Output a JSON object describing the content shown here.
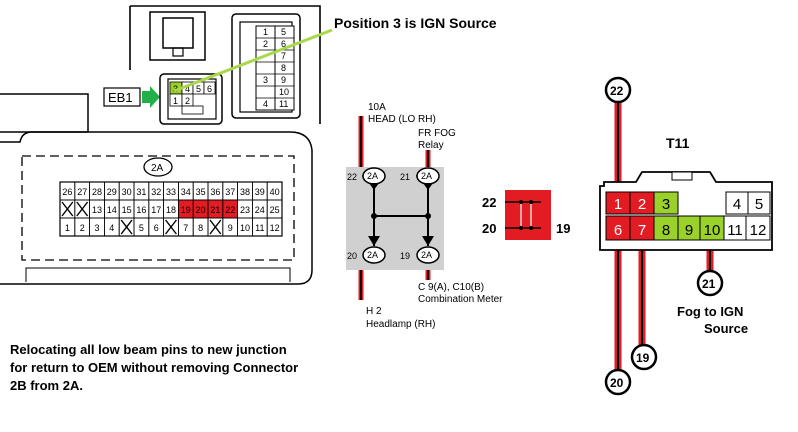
{
  "annotation": {
    "text": "Position 3 is IGN Source"
  },
  "eb1": {
    "label": "EB1",
    "pins": [
      "3",
      "4",
      "5",
      "6",
      "1",
      "2"
    ]
  },
  "top_connector": {
    "pins": [
      "1",
      "5",
      "2",
      "6",
      "7",
      "8",
      "3",
      "9",
      "",
      "10",
      "4",
      "11"
    ]
  },
  "connector_2a": {
    "label": "2A",
    "row1": [
      "26",
      "27",
      "28",
      "29",
      "30",
      "31",
      "32",
      "33",
      "34",
      "35",
      "36",
      "37",
      "38",
      "39",
      "40"
    ],
    "row2": [
      "",
      "",
      "13",
      "14",
      "15",
      "16",
      "17",
      "18",
      "19",
      "20",
      "21",
      "22",
      "23",
      "24",
      "25"
    ],
    "row3": [
      "1",
      "2",
      "3",
      "4",
      "",
      "5",
      "6",
      "",
      "7",
      "8",
      "",
      "9",
      "10",
      "11",
      "12"
    ]
  },
  "relay": {
    "top_label_1": "10A",
    "top_label_2": "HEAD (LO RH)",
    "top_right_1": "FR FOG",
    "top_right_2": "Relay",
    "pin_tl": "22",
    "pin_tr": "21",
    "pin_bl": "20",
    "pin_br": "19",
    "badge": "2A",
    "bottom_left_1": "H 2",
    "bottom_left_2": "Headlamp (RH)",
    "bottom_right_1": "C 9(A), C10(B)",
    "bottom_right_2": "Combination Meter"
  },
  "mini_junction": {
    "left_top": "22",
    "left_bottom": "20",
    "right": "19"
  },
  "t11": {
    "title": "T11",
    "top_pins": [
      "1",
      "2",
      "3",
      "",
      "4",
      "5"
    ],
    "bottom_pins": [
      "6",
      "7",
      "8",
      "9",
      "10",
      "11",
      "12"
    ],
    "circle_top": "22",
    "circle_bottom_left": "20",
    "circle_bottom_mid": "19",
    "circle_right": "21",
    "fog_label_1": "Fog to IGN",
    "fog_label_2": "Source"
  },
  "caption": {
    "line1": "Relocating all low beam pins to new junction",
    "line2": "for return to OEM without removing Connector",
    "line3": "2B from 2A."
  },
  "colors": {
    "red": "#e31b23",
    "green": "#9ad12a",
    "wire_black": "#000000",
    "arrow_green": "#22b04a",
    "callout_line": "#a8d84b",
    "relay_gray": "#d0d0d0"
  }
}
